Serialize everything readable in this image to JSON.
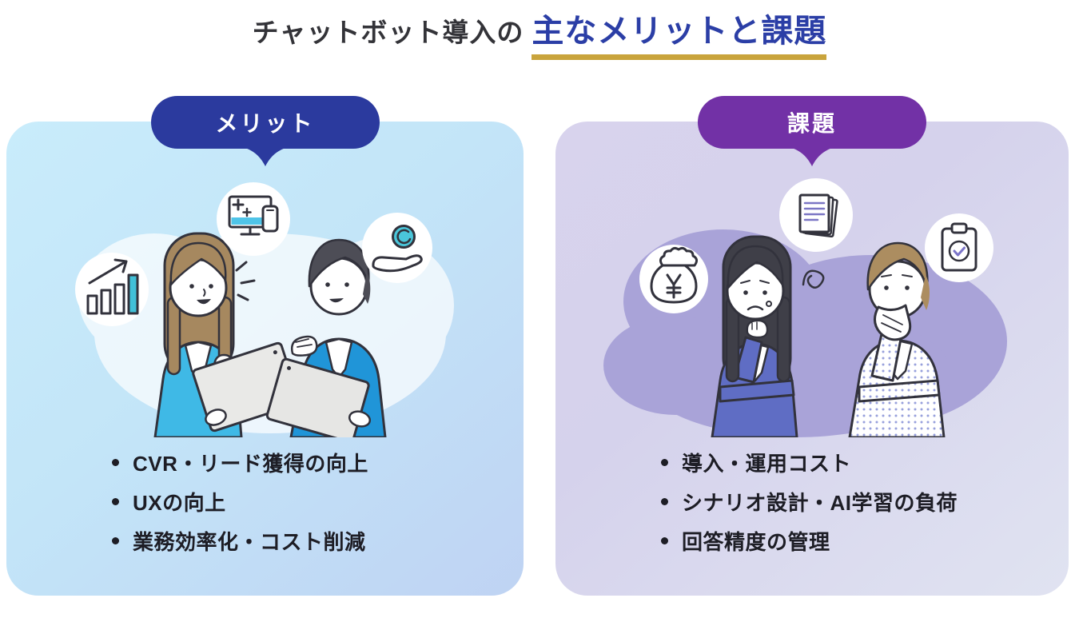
{
  "title": {
    "prefix": "チャットボット導入の",
    "highlight": "主なメリットと課題"
  },
  "cards": [
    {
      "label": "メリット",
      "items": [
        "CVR・リード獲得の向上",
        "UXの向上",
        "業務効率化・コスト削減"
      ],
      "icon_names": [
        "bar-chart-growth-icon",
        "pc-and-phone-icon",
        "hand-with-coin-icon"
      ],
      "illustration": "two-people-discussing-with-tablets"
    },
    {
      "label": "課題",
      "items": [
        "導入・運用コスト",
        "シナリオ設計・AI学習の負荷",
        "回答精度の管理"
      ],
      "icon_names": [
        "money-bag-yen-icon",
        "document-stack-icon",
        "clipboard-check-icon"
      ],
      "illustration": "two-people-worried-thinking"
    }
  ],
  "colors": {
    "title_text": "#333338",
    "title_highlight": "#2b3ea6",
    "title_underline": "#c9a43c",
    "merit_badge": "#2b3a9e",
    "issue_badge": "#7231a6",
    "merit_card_top": "#c9ecfb",
    "merit_card_bottom": "#bfd3f3",
    "issue_card_top": "#d8d3ed",
    "issue_card_bottom": "#e0e3f1",
    "list_text": "#1d1d25"
  }
}
